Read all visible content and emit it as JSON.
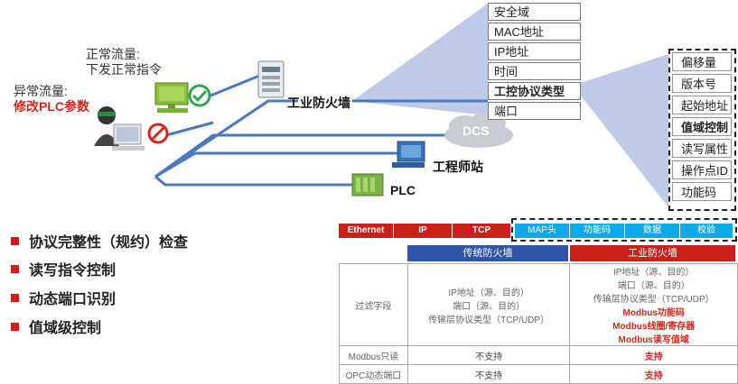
{
  "labels": {
    "normal_title": "正常流量:",
    "normal_sub": "下发正常指令",
    "abnormal_title": "异常流量:",
    "abnormal_sub": "修改PLC参数"
  },
  "nodes": {
    "firewall": "工业防火墙",
    "dcs": "DCS",
    "engineer": "工程师站",
    "plc": "PLC"
  },
  "filter_fields": [
    "安全域",
    "MAC地址",
    "IP地址",
    "时间",
    "工控协议类型",
    "端口"
  ],
  "protocol_fields": [
    "偏移量",
    "版本号",
    "起始地址",
    "值域控制",
    "读写属性",
    "操作点ID",
    "功能码"
  ],
  "features": [
    "协议完整性（规约）检查",
    "读写指令控制",
    "动态端口识别",
    "值域级控制"
  ],
  "packet": {
    "segments": [
      "Ethernet",
      "IP",
      "TCP"
    ],
    "payload": [
      "MAP头",
      "功能码",
      "数据",
      "校验"
    ]
  },
  "comparison": {
    "col_traditional": "传统防火墙",
    "col_industrial": "工业防火墙",
    "rows": [
      {
        "label": "过滤字段",
        "traditional": [
          "IP地址（源、目的）",
          "端口（源、目的）",
          "传输层协议类型（TCP/UDP）"
        ],
        "industrial": [
          "IP地址（源、目的）",
          "端口（源、目的）",
          "传输层协议类型（TCP/UDP）"
        ],
        "industrial_highlight": [
          "Modbus功能码",
          "Modbus线圈/寄存器",
          "Modbus读写值域"
        ]
      },
      {
        "label": "Modbus只读",
        "traditional": "不支持",
        "industrial": "支持"
      },
      {
        "label": "OPC动态端口",
        "traditional": "不支持",
        "industrial": "支持"
      }
    ]
  },
  "colors": {
    "accent_red": "#d4261c",
    "line_blue": "#4a78c2",
    "funnel": "#b7c3e4",
    "packet_red": "#c9201c",
    "packet_blue": "#0ea9e8",
    "header_blue": "#2f55a4"
  }
}
